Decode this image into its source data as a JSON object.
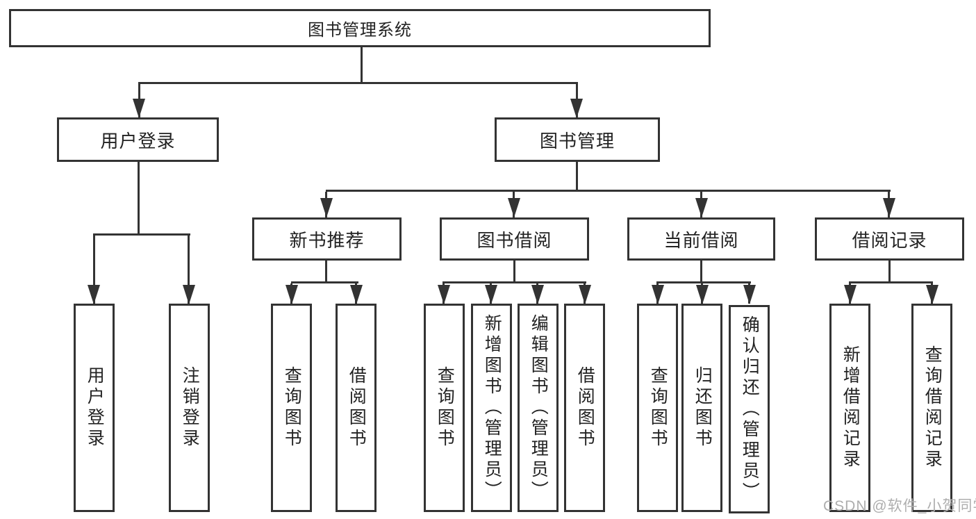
{
  "tree": {
    "label": "图书管理系统",
    "children": [
      {
        "label": "用户登录",
        "children": [
          {
            "label": "用户登录"
          },
          {
            "label": "注销登录"
          }
        ]
      },
      {
        "label": "图书管理",
        "children": [
          {
            "label": "新书推荐",
            "children": [
              {
                "label": "查询图书"
              },
              {
                "label": "借阅图书"
              }
            ]
          },
          {
            "label": "图书借阅",
            "children": [
              {
                "label": "查询图书"
              },
              {
                "label": "新增图书（管理员）"
              },
              {
                "label": "编辑图书（管理员）"
              },
              {
                "label": "借阅图书"
              }
            ]
          },
          {
            "label": "当前借阅",
            "children": [
              {
                "label": "查询图书"
              },
              {
                "label": "归还图书"
              },
              {
                "label": "确认归还（管理员）"
              }
            ]
          },
          {
            "label": "借阅记录",
            "children": [
              {
                "label": "新增借阅记录"
              },
              {
                "label": "查询借阅记录"
              }
            ]
          }
        ]
      }
    ]
  },
  "watermark": {
    "text": "CSDN @软件_小贺同学"
  },
  "colors": {
    "line": "#333333",
    "box_border": "#333333",
    "box_fill": "#ffffff",
    "text": "#222222",
    "watermark": "#aeaeae",
    "background": "#ffffff"
  }
}
